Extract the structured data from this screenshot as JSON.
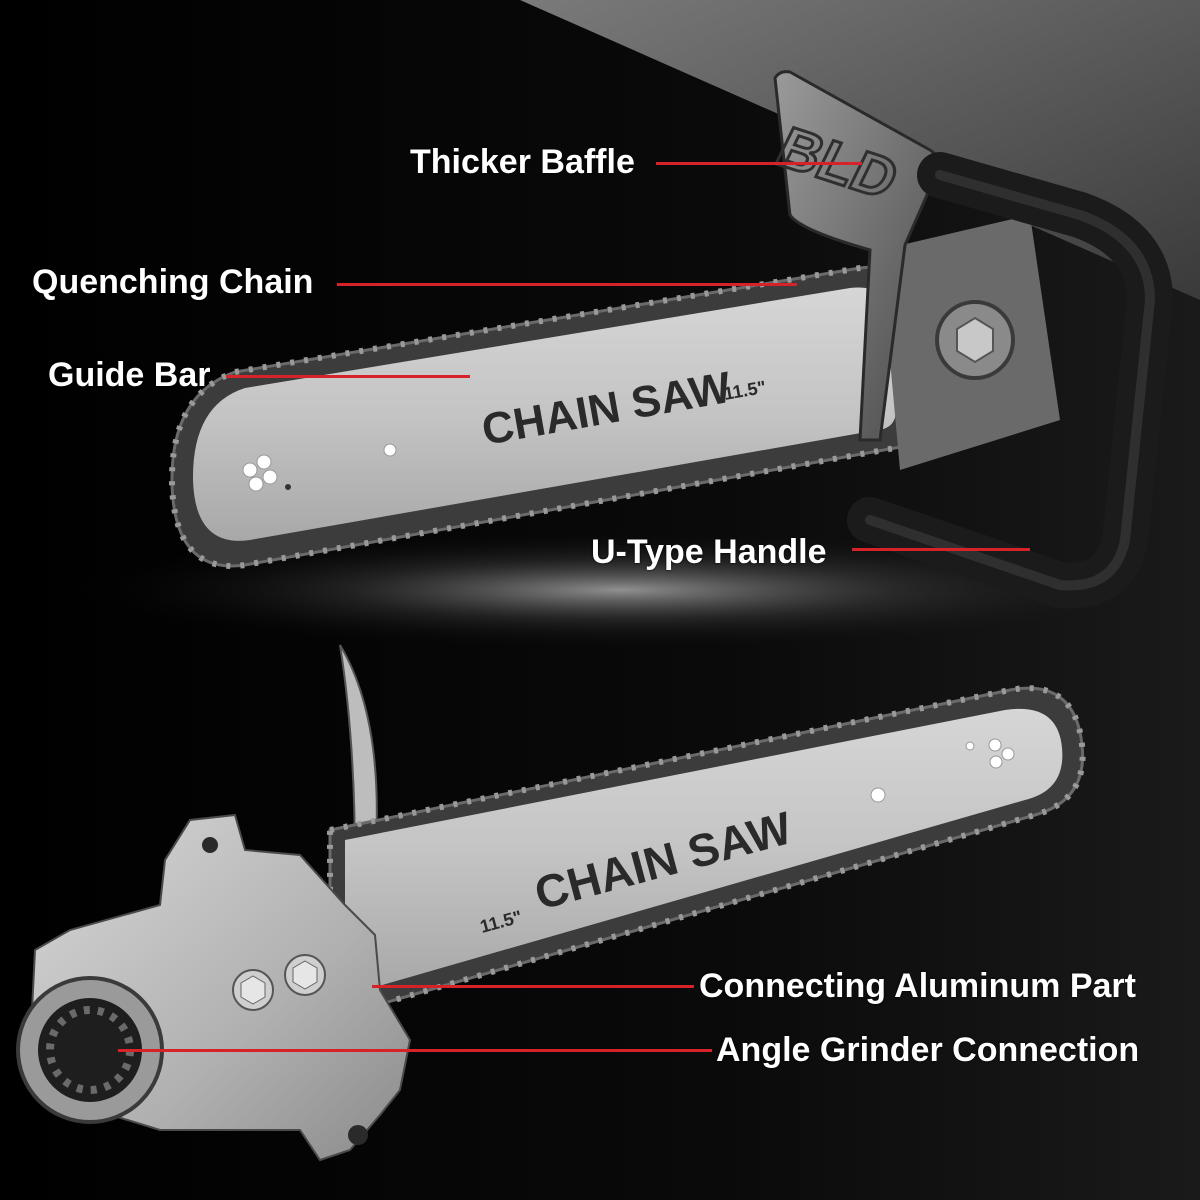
{
  "callouts": {
    "thicker_baffle": "Thicker Baffle",
    "quenching_chain": "Quenching Chain",
    "guide_bar": "Guide Bar",
    "u_type_handle": "U-Type Handle",
    "connecting_aluminum_part": "Connecting Aluminum Part",
    "angle_grinder_connection": "Angle Grinder Connection"
  },
  "bar_top": {
    "brand_text": "CHAIN SAW",
    "size_text": "11.5\"",
    "baffle_text": "BLD"
  },
  "bar_bottom": {
    "brand_text": "CHAIN SAW",
    "size_text": "11.5\""
  },
  "colors": {
    "background": "#000000",
    "leader_line": "#d6232a",
    "callout_text": "#ffffff",
    "bar_metal": "#c9c9c9",
    "chain_metal": "#555555"
  }
}
